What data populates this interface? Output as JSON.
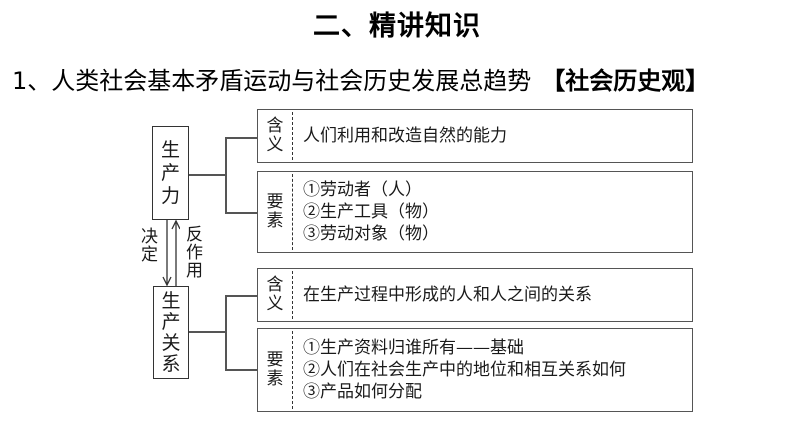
{
  "slide": {
    "title": "二、精讲知识",
    "subtitle": {
      "text": "1、人类社会基本矛盾运动与社会历史发展总趋势",
      "tag": "【社会历史观】"
    }
  },
  "diagram": {
    "productive_forces": {
      "label_chars": [
        "生",
        "产",
        "力"
      ],
      "meaning": {
        "label_chars": [
          "含",
          "义"
        ],
        "text": "人们利用和改造自然的能力"
      },
      "elements": {
        "label_chars": [
          "要",
          "素"
        ],
        "items": [
          "①劳动者（人）",
          "②生产工具（物）",
          "③劳动对象（物）"
        ]
      }
    },
    "arrows": {
      "down_label_chars": [
        "决",
        "定"
      ],
      "up_label_chars": [
        "反",
        "作",
        "用"
      ]
    },
    "relations_of_production": {
      "label_chars": [
        "生",
        "产",
        "关",
        "系"
      ],
      "meaning": {
        "label_chars": [
          "含",
          "义"
        ],
        "text": "在生产过程中形成的人和人之间的关系"
      },
      "elements": {
        "label_chars": [
          "要",
          "素"
        ],
        "items": [
          "①生产资料归谁所有——基础",
          "②人们在社会生产中的地位和相互关系如何",
          "③产品如何分配"
        ]
      }
    }
  }
}
